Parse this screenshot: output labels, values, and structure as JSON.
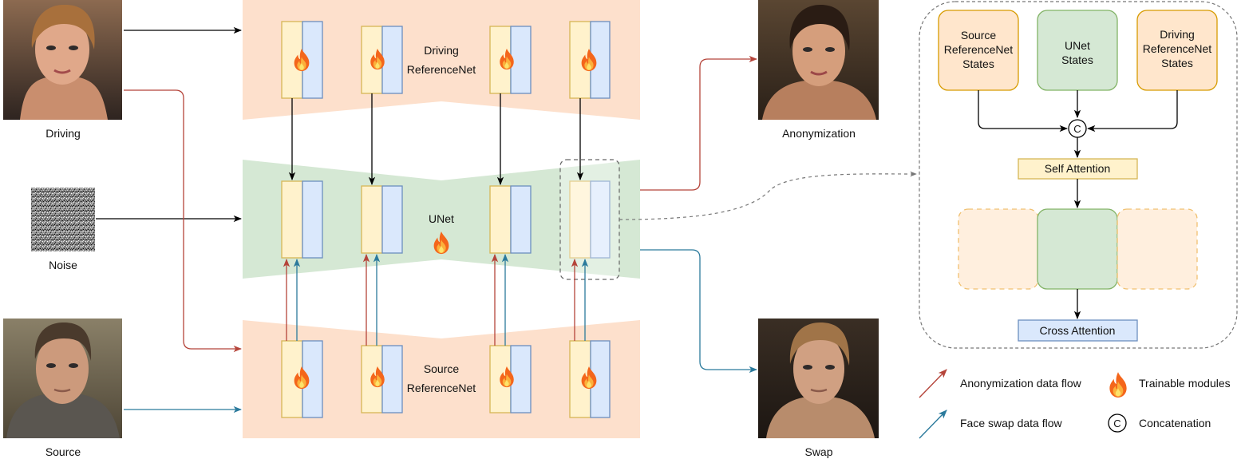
{
  "inputs": {
    "driving_label": "Driving",
    "noise_label": "Noise",
    "source_label": "Source"
  },
  "outputs": {
    "anonymization_label": "Anonymization",
    "swap_label": "Swap"
  },
  "networks": {
    "driving_line1": "Driving",
    "driving_line2": "ReferenceNet",
    "unet_label": "UNet",
    "source_line1": "Source",
    "source_line2": "ReferenceNet"
  },
  "detail": {
    "source_states": [
      "Source",
      "ReferenceNet",
      "States"
    ],
    "unet_states": [
      "UNet",
      "States"
    ],
    "driving_states": [
      "Driving",
      "ReferenceNet",
      "States"
    ],
    "concat_symbol": "C",
    "self_attention": "Self Attention",
    "cross_attention": "Cross Attention"
  },
  "legend": {
    "anonymization_flow": "Anonymization data flow",
    "face_swap_flow": "Face swap data flow",
    "trainable": "Trainable modules",
    "concatenation": "Concatenation",
    "concat_symbol": "C"
  },
  "colors": {
    "anonymization_arrow": "#b5443a",
    "face_swap_arrow": "#2b7a9c",
    "referencenet_bg": "#fde0cc",
    "unet_bg": "#d5e8d4",
    "block_yellow": "#fff2cc",
    "block_blue": "#dae8fc",
    "states_orange": "#ffe6cc",
    "states_green": "#d5e8d4"
  },
  "icons": {
    "trainable": "flame-icon",
    "concatenation": "concat-c-icon"
  }
}
